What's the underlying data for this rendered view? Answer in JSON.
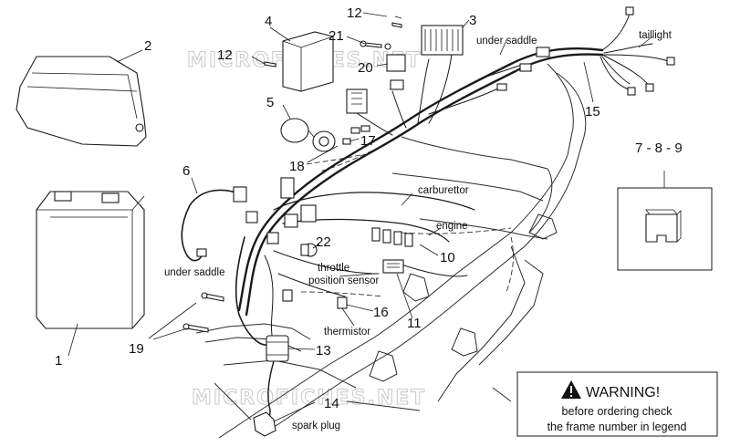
{
  "watermark": "MICROFICHES.NET",
  "callouts": {
    "c1": "1",
    "c2": "2",
    "c3": "3",
    "c4": "4",
    "c5": "5",
    "c6": "6",
    "c789": "7 - 8 - 9",
    "c10": "10",
    "c11": "11",
    "c12a": "12",
    "c12b": "12",
    "c13": "13",
    "c14": "14",
    "c15": "15",
    "c16": "16",
    "c17": "17",
    "c18": "18",
    "c19": "19",
    "c20": "20",
    "c21": "21",
    "c22": "22"
  },
  "labels": {
    "under_saddle_top": "under saddle",
    "taillight": "taillight",
    "carburettor": "carburettor",
    "engine": "engine",
    "throttle_1": "throttle",
    "throttle_2": "position sensor",
    "thermistor": "thermistor",
    "under_saddle_left": "under saddle",
    "spark_plug": "spark plug"
  },
  "warning": {
    "title": "WARNING!",
    "line1": "before ordering check",
    "line2": "the frame number in legend"
  }
}
